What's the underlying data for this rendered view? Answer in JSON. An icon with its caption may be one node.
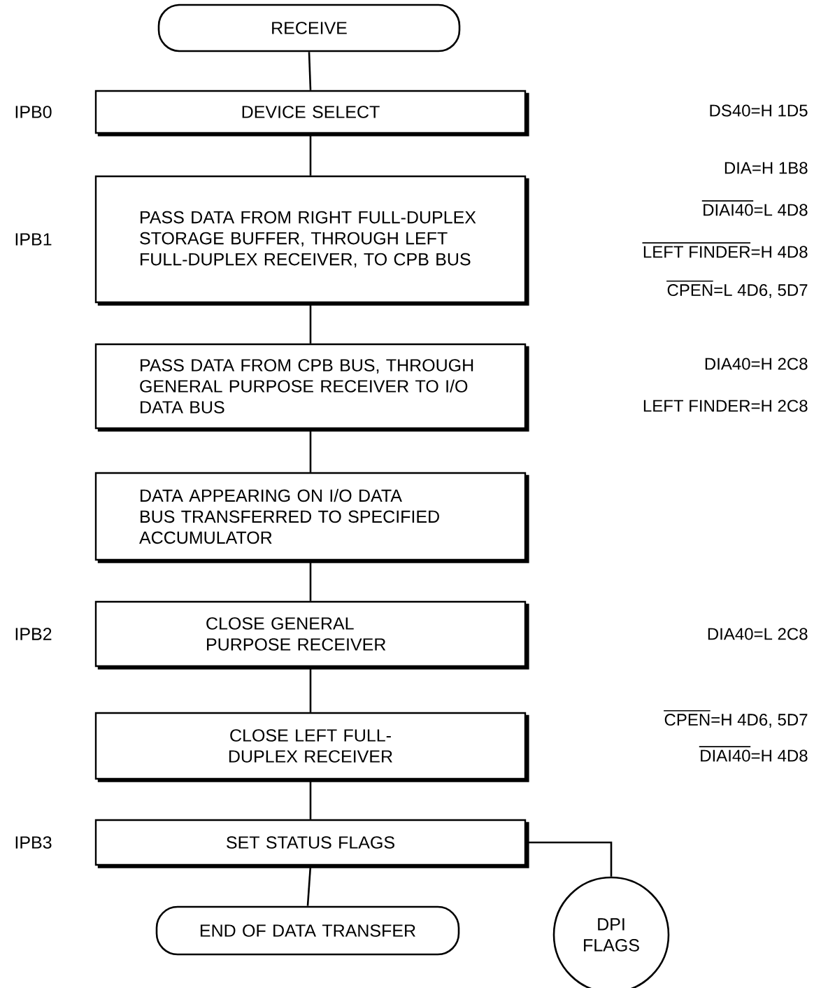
{
  "diagram": {
    "nodes": [
      {
        "text": [
          "RECEIVE"
        ]
      },
      {
        "text": [
          "DEVICE SELECT"
        ],
        "beside": [
          "IPB0"
        ]
      },
      {
        "text": [
          "PASS DATA FROM RIGHT FULL-DUPLEX STORAGE BUFFER, THROUGH LEFT FULL-DUPLEX RECEIVER, TO CPB BUS"
        ],
        "beside": [
          "IPB1"
        ]
      },
      {
        "text": [
          "PASS DATA FROM CPB BUS, THROUGH GENERAL PURPOSE RECEIVER TO I/O DATA BUS"
        ]
      },
      {
        "text": [
          "DATA APPEARING ON I/O DATA BUS TRANSFERRED TO SPECIFIED ACCUMULATOR"
        ]
      },
      {
        "text": [
          "CLOSE GENERAL PURPOSE RECEIVER"
        ],
        "beside": [
          "IPB2"
        ]
      },
      {
        "text": [
          "CLOSE LEFT FULL-DUPLEX RECEIVER"
        ]
      },
      {
        "text": [
          "SET STATUS FLAGS"
        ],
        "beside": [
          "IPB3"
        ]
      },
      {
        "text": [
          "END OF DATA TRANSFER"
        ]
      },
      {
        "text": [
          "DPI FLAGS"
        ]
      }
    ],
    "edges": [
      {
        "from": 0,
        "to": 1,
        "arrow": "none"
      },
      {
        "from": 1,
        "to": 2,
        "arrow": "none"
      },
      {
        "from": 2,
        "to": 3,
        "arrow": "none"
      },
      {
        "from": 3,
        "to": 4,
        "arrow": "none"
      },
      {
        "from": 4,
        "to": 5,
        "arrow": "none"
      },
      {
        "from": 5,
        "to": 6,
        "arrow": "none"
      },
      {
        "from": 6,
        "to": 7,
        "arrow": "none"
      },
      {
        "from": 7,
        "to": 8,
        "arrow": "none"
      },
      {
        "from": 7,
        "to": 9,
        "arrow": "none"
      }
    ],
    "labels": [
      "DS40=H 1D5",
      "DIA=H 1B8",
      "DIAI40=L 4D8",
      "LEFT FINDER=H 4D8",
      "CPEN=L 4D6, 5D7",
      "DIA40=H 2C8",
      "LEFT FINDER=H 2C8",
      "DIA40=L 2C8",
      "CPEN=H 4D6, 5D7",
      "DIAI40=H 4D8"
    ]
  }
}
